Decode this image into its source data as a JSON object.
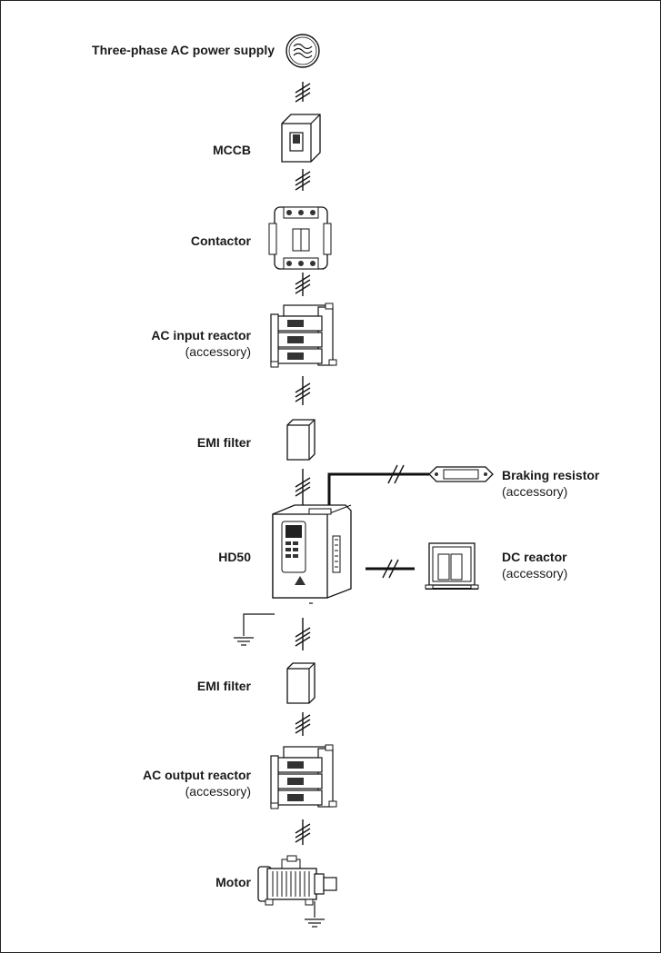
{
  "labels": {
    "power": "Three-phase AC power supply",
    "mccb": "MCCB",
    "contactor": "Contactor",
    "ac_input_reactor": "AC input reactor",
    "ac_input_reactor_note": "(accessory)",
    "emi_filter_in": "EMI filter",
    "hd50": "HD50",
    "braking_resistor": "Braking resistor",
    "braking_resistor_note": "(accessory)",
    "dc_reactor": "DC reactor",
    "dc_reactor_note": "(accessory)",
    "emi_filter_out": "EMI filter",
    "ac_output_reactor": "AC output reactor",
    "ac_output_reactor_note": "(accessory)",
    "motor": "Motor"
  },
  "icons": {
    "power": "ac-source-icon",
    "mccb": "circuit-breaker-icon",
    "contactor": "contactor-icon",
    "reactor": "reactor-icon",
    "emi_filter": "filter-box-icon",
    "drive": "inverter-drive-icon",
    "braking_resistor": "resistor-icon",
    "dc_reactor": "dc-reactor-icon",
    "ground": "ground-icon",
    "motor": "motor-icon",
    "three_phase": "three-phase-line-icon"
  }
}
